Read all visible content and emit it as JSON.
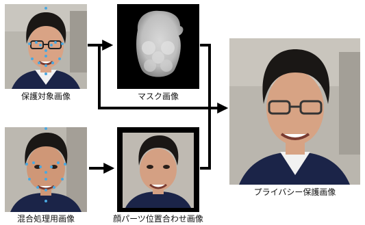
{
  "panels": {
    "protected": {
      "caption": "保護対象画像"
    },
    "mask": {
      "caption": "マスク画像"
    },
    "mixing": {
      "caption": "混合処理用画像"
    },
    "aligned": {
      "caption": "顔パーツ位置合わせ画像"
    },
    "result": {
      "caption": "プライバシー保護画像"
    }
  },
  "colors": {
    "landmark": "#4aa8e0",
    "arrow": "#000000",
    "jacket": "#1b2448",
    "hair": "#1a1715",
    "skin": "#d9a385"
  },
  "icons": {
    "arrow_shape": "thick-black-arrow",
    "landmark_marker": "blue-dot"
  }
}
